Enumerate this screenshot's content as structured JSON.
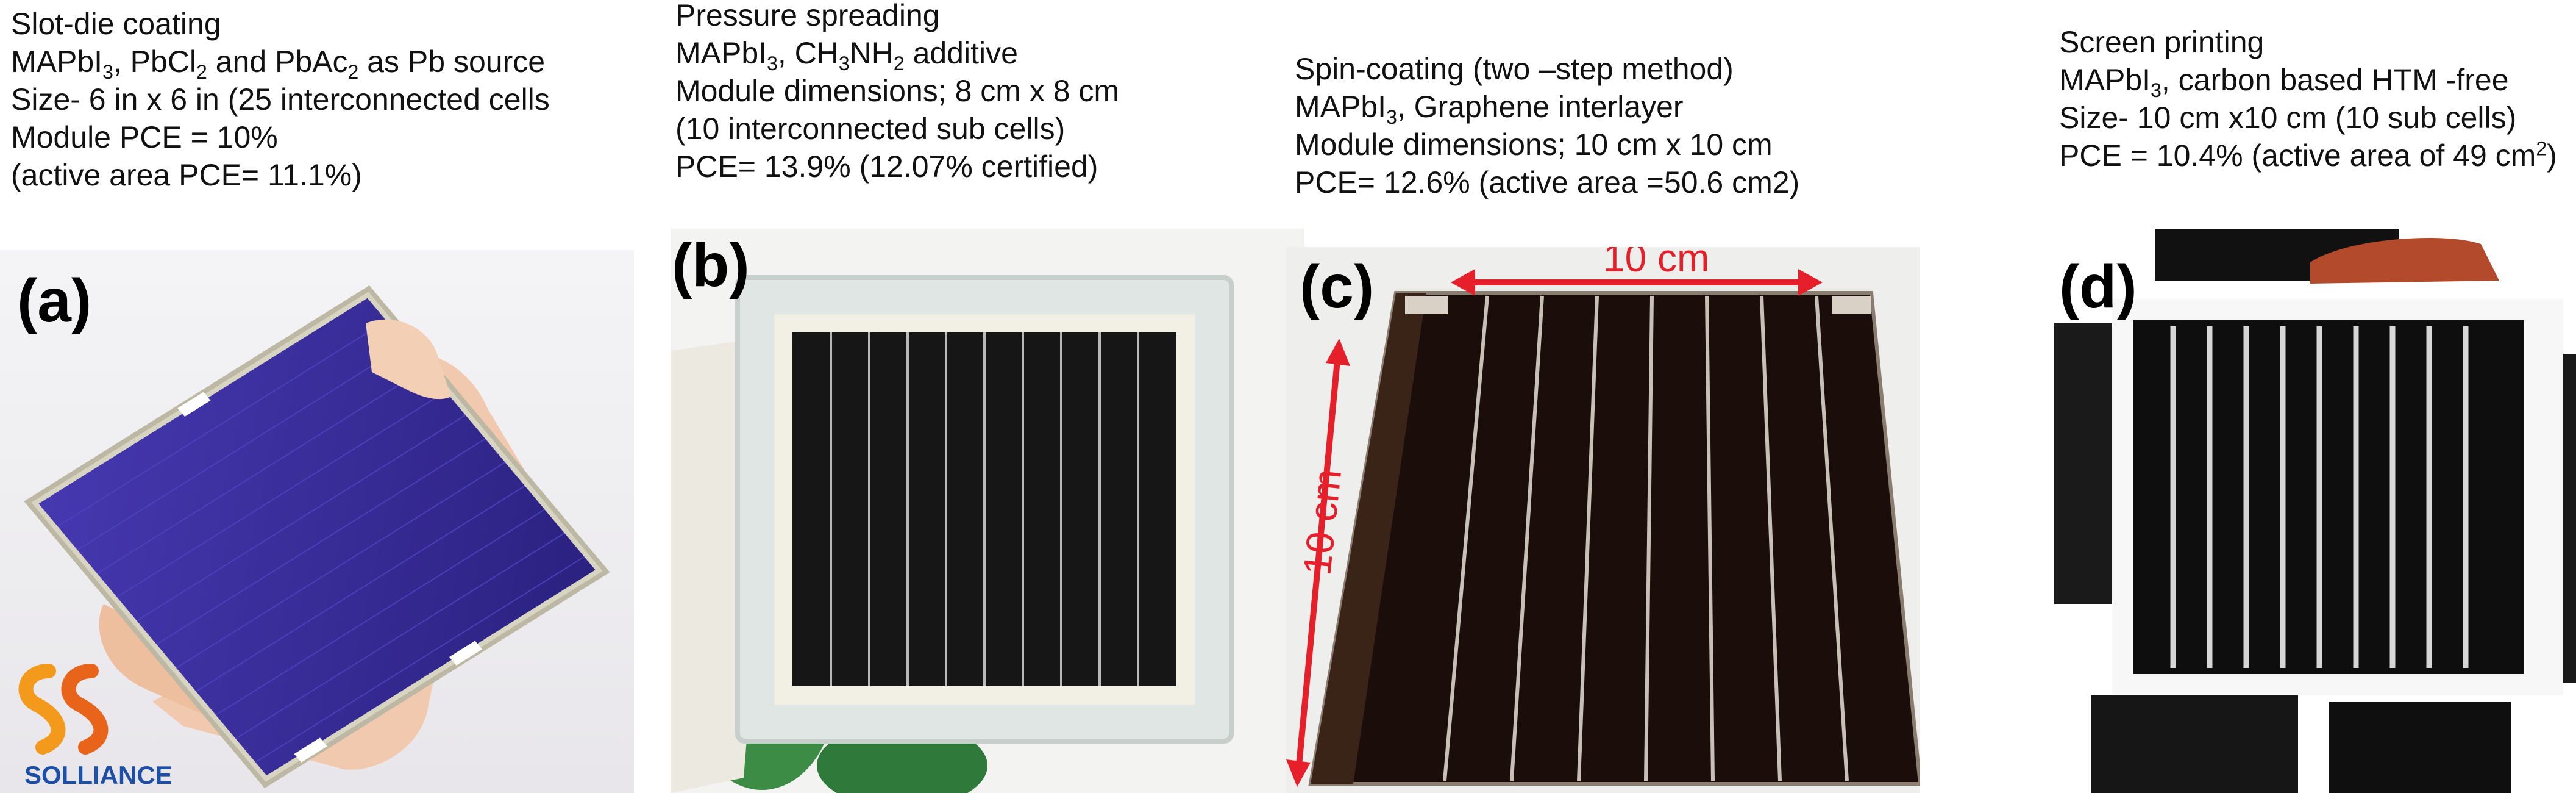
{
  "panels": {
    "a": {
      "tag": "(a)",
      "lines": [
        "Slot-die coating",
        {
          "parts": [
            "MAPbI",
            "3",
            ", PbCl",
            "2",
            " and PbAc",
            "2",
            " as Pb source"
          ]
        },
        "Size- 6 in x 6 in (25 interconnected cells",
        "Module  PCE = 10%",
        "(active area PCE= 11.1%)"
      ],
      "logo_text": "SOLLIANCE"
    },
    "b": {
      "tag": "(b)",
      "lines": [
        "Pressure spreading",
        {
          "parts": [
            "MAPbI",
            "3",
            ", CH",
            "3",
            "NH",
            "2",
            " additive"
          ]
        },
        "Module dimensions;  8 cm x 8 cm",
        "(10 interconnected sub cells)",
        "PCE= 13.9% (12.07% certified)"
      ]
    },
    "c": {
      "tag": "(c)",
      "lines": [
        "Spin-coating  (two –step method)",
        {
          "parts": [
            "MAPbI",
            "3",
            ", Graphene interlayer"
          ]
        },
        "Module dimensions;  10 cm x 10 cm",
        "PCE= 12.6% (active area =50.6 cm2)"
      ],
      "width_label": "10 cm",
      "height_label": "10 cm"
    },
    "d": {
      "tag": "(d)",
      "lines": [
        "Screen printing",
        {
          "parts": [
            "MAPbI",
            "3",
            ", carbon based HTM -free"
          ]
        },
        "Size- 10  cm x10 cm (10 sub cells)",
        {
          "parts": [
            "PCE = 10.4% (active area of 49 cm",
            "2",
            ")"
          ],
          "sup": true
        }
      ]
    }
  },
  "colors": {
    "module_purple": "#3b2f9e",
    "module_black": "#141414",
    "annotation_red": "#e5202a",
    "logo_orange": "#f39a1d",
    "logo_blue": "#1e4fa6"
  },
  "icons": [
    "solliance-logo-icon",
    "double-arrow-icon"
  ]
}
